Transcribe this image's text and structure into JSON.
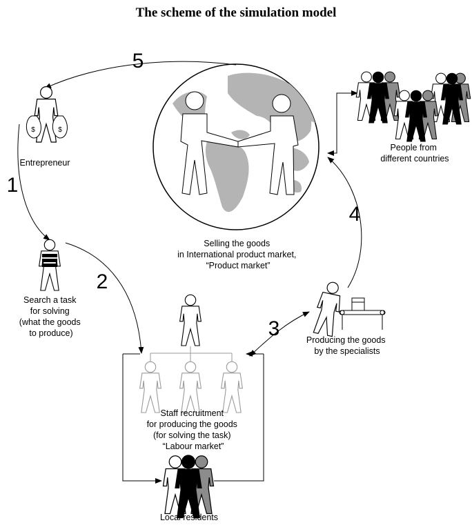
{
  "title": "The scheme of the simulation model",
  "steps": [
    "1",
    "2",
    "3",
    "4",
    "5"
  ],
  "labels": {
    "entrepreneur": "Entrepreneur",
    "search": [
      "Search a task",
      "for solving",
      "(what the goods",
      "to produce)"
    ],
    "selling": [
      "Selling the goods",
      "in International product market,",
      "“Product market”"
    ],
    "people": [
      "People from",
      "different countries"
    ],
    "producing": [
      "Producing the goods",
      "by the specialists"
    ],
    "staff": [
      "Staff recruitment",
      "for producing the goods",
      "(for solving the task)",
      "“Labour market”"
    ],
    "local": "Local residents"
  },
  "money_symbol": "$",
  "colors": {
    "globe_ocean": "#ffffff",
    "globe_land": "#b4b4b4",
    "person_black": "#000000",
    "person_gray": "#8c8c8c"
  }
}
